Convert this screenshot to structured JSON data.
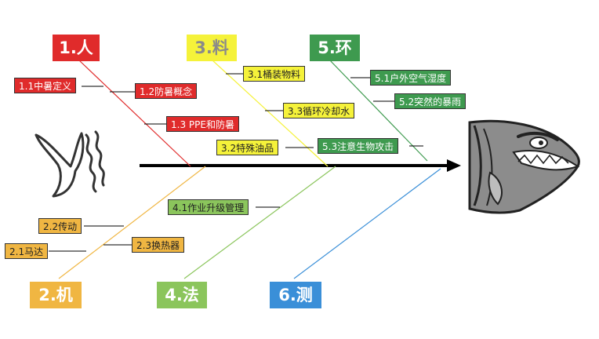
{
  "colors": {
    "red": "#e02b2b",
    "yellow": "#f5f23a",
    "green": "#3e9a4f",
    "orange": "#f0b642",
    "light_green": "#8bc55c",
    "blue": "#3a8fd8",
    "spine": "#000000"
  },
  "icons": {
    "tail": "fish-tail-icon",
    "head": "fish-head-icon"
  },
  "categories": [
    {
      "id": "people",
      "label": "1.人"
    },
    {
      "id": "machine",
      "label": "2.机"
    },
    {
      "id": "material",
      "label": "3.料"
    },
    {
      "id": "method",
      "label": "4.法"
    },
    {
      "id": "environment",
      "label": "5.环"
    },
    {
      "id": "measurement",
      "label": "6.测"
    }
  ],
  "causes": [
    {
      "id": "c11",
      "label": "1.1中暑定义"
    },
    {
      "id": "c12",
      "label": "1.2防暑概念"
    },
    {
      "id": "c13",
      "label": "1.3 PPE和防暑"
    },
    {
      "id": "c21",
      "label": "2.1马达"
    },
    {
      "id": "c22",
      "label": "2.2传动"
    },
    {
      "id": "c23",
      "label": "2.3换热器"
    },
    {
      "id": "c31",
      "label": "3.1桶装物料"
    },
    {
      "id": "c32",
      "label": "3.2特殊油品"
    },
    {
      "id": "c33",
      "label": "3.3循环冷却水"
    },
    {
      "id": "c41",
      "label": "4.1作业升级管理"
    },
    {
      "id": "c51",
      "label": "5.1户外空气湿度"
    },
    {
      "id": "c52",
      "label": "5.2突然的暴雨"
    },
    {
      "id": "c53",
      "label": "5.3注意生物攻击"
    }
  ]
}
